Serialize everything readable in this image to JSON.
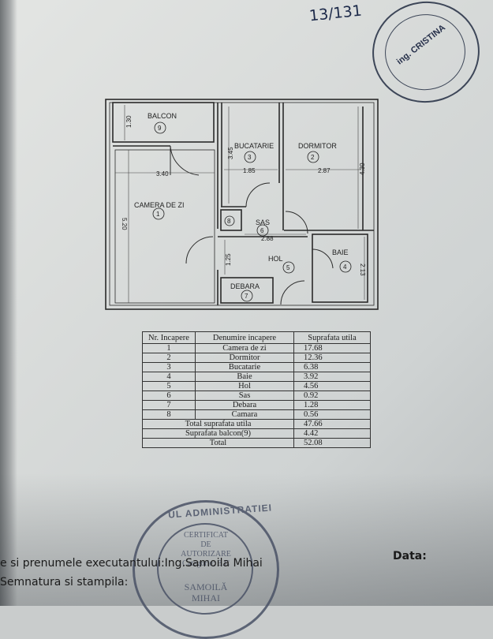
{
  "page_number": "13/131",
  "plan": {
    "rooms": [
      {
        "name": "BALCON",
        "number": "9"
      },
      {
        "name": "BUCATARIE",
        "number": "3"
      },
      {
        "name": "DORMITOR",
        "number": "2"
      },
      {
        "name": "CAMERA DE ZI",
        "number": "1"
      },
      {
        "name": "SAS",
        "number": "6"
      },
      {
        "name": "HOL",
        "number": "5"
      },
      {
        "name": "BAIE",
        "number": "4"
      },
      {
        "name": "DEBARA",
        "number": "7"
      },
      {
        "name": "",
        "number": "8"
      }
    ],
    "dimensions": [
      "1.30",
      "3.45",
      "4.30",
      "3.40",
      "1.85",
      "2.87",
      "5.20",
      "2.88",
      "1.25",
      "2.13"
    ]
  },
  "table": {
    "headers": {
      "nr": "Nr. Incapere",
      "name": "Denumire incapere",
      "area": "Suprafata utila"
    },
    "rows": [
      {
        "nr": "1",
        "name": "Camera de zi",
        "area": "17.68"
      },
      {
        "nr": "2",
        "name": "Dormitor",
        "area": "12.36"
      },
      {
        "nr": "3",
        "name": "Bucatarie",
        "area": "6.38"
      },
      {
        "nr": "4",
        "name": "Baie",
        "area": "3.92"
      },
      {
        "nr": "5",
        "name": "Hol",
        "area": "4.56"
      },
      {
        "nr": "6",
        "name": "Sas",
        "area": "0.92"
      },
      {
        "nr": "7",
        "name": "Debara",
        "area": "1.28"
      },
      {
        "nr": "8",
        "name": "Camara",
        "area": "0.56"
      }
    ],
    "summary": [
      {
        "label": "Total suprafata utila",
        "value": "47.66"
      },
      {
        "label": "Suprafata balcon(9)",
        "value": "4.42"
      },
      {
        "label": "Total",
        "value": "52.08"
      }
    ]
  },
  "stamps": {
    "top_signature": "ing. CRISTINA",
    "bottom_ring": "UL ADMINISTRATIEI",
    "bottom_lines": [
      "CERTIFICAT",
      "DE",
      "AUTORIZARE",
      "Categorie: B.C",
      "SAMOILĂ",
      "MIHAI"
    ]
  },
  "footer": {
    "executant": "e si prenumele executantului:Ing.Samoila Mihai",
    "signature": "Semnatura si stampila:",
    "date_label": "Data:"
  }
}
